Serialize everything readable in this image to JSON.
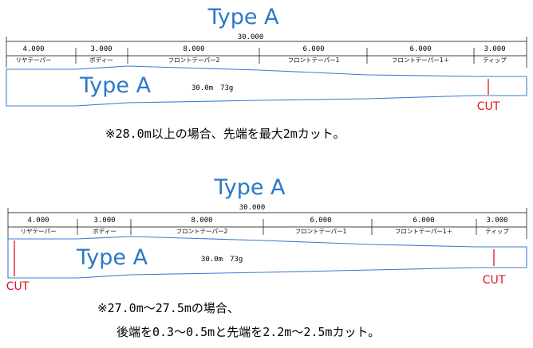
{
  "diagrams": [
    {
      "title": "Type A",
      "rod_label": "Type A",
      "spec": "30.0m　73g",
      "total": "30.000",
      "segments": [
        {
          "length": "4.000",
          "name": "リヤテーパー"
        },
        {
          "length": "3.000",
          "name": "ボディー"
        },
        {
          "length": "8.000",
          "name": "フロントテーパー2"
        },
        {
          "length": "6.000",
          "name": "フロントテーパー1"
        },
        {
          "length": "6.000",
          "name": "フロントテーパー1＋"
        },
        {
          "length": "3.000",
          "name": "ティップ"
        }
      ],
      "cuts": [
        "CUT"
      ],
      "notes": [
        "※28.0m以上の場合、先端を最大2mカット。"
      ]
    },
    {
      "title": "Type A",
      "rod_label": "Type A",
      "spec": "30.0m　73g",
      "total": "30.000",
      "segments": [
        {
          "length": "4.000",
          "name": "リヤテーパー"
        },
        {
          "length": "3.000",
          "name": "ボディー"
        },
        {
          "length": "8.000",
          "name": "フロントテーパー2"
        },
        {
          "length": "6.000",
          "name": "フロントテーパー1"
        },
        {
          "length": "6.000",
          "name": "フロントテーパー1＋"
        },
        {
          "length": "3.000",
          "name": "ティップ"
        }
      ],
      "cuts": [
        "CUT",
        "CUT"
      ],
      "notes": [
        "※27.0m～27.5mの場合、",
        "後端を0.3～0.5mと先端を2.2m～2.5mカット。"
      ]
    }
  ],
  "colors": {
    "title": "#2a78c8",
    "rod_outline": "#3a7dd0",
    "cut": "#e0141e",
    "text": "#000000"
  }
}
